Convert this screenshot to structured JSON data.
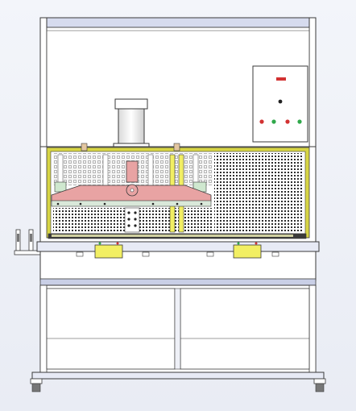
{
  "drawing": {
    "subject": "machine-front-view",
    "style": "cad-line-render"
  },
  "colors": {
    "background": "#eef0f6",
    "frame_fill": "#ffffff",
    "frame_stroke": "#3a3a3a",
    "panel_blue": "#c9cfe6",
    "yellow_frame": "#d7d545",
    "yellow_block": "#f2ef63",
    "pink_platen": "#e8a3a3",
    "red_indicator": "#d23232",
    "green_indicator": "#2fa84a",
    "mesh_dot": "#2d2d2d"
  },
  "control_box": {
    "indicator_lights": [
      "red",
      "green",
      "red",
      "green"
    ],
    "status_led": "red"
  }
}
